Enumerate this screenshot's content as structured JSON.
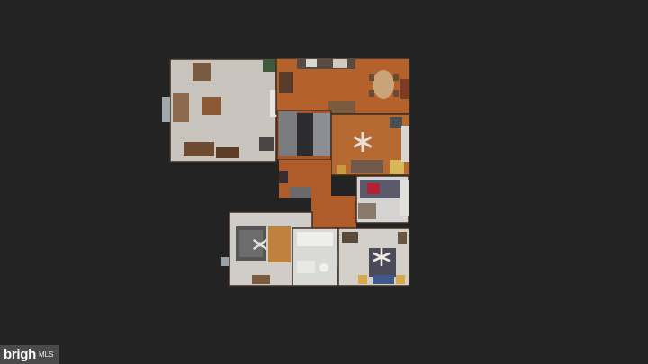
{
  "viewer": {
    "view_mode": "floor-plan",
    "background_color": "#232323"
  },
  "floorplan": {
    "rooms": [
      {
        "name": "living-room",
        "floor_color": "#c9c4bd"
      },
      {
        "name": "kitchen-dining",
        "floor_color": "#b5612b"
      },
      {
        "name": "hallway",
        "floor_color": "#a95526"
      },
      {
        "name": "family-room",
        "floor_color": "#b66a31"
      },
      {
        "name": "bedroom-small",
        "floor_color": "#d6d4d2"
      },
      {
        "name": "bathroom",
        "floor_color": "#d9dad6"
      },
      {
        "name": "bedroom-left",
        "floor_color": "#d0cdc8"
      },
      {
        "name": "bedroom-main",
        "floor_color": "#d3cfc9"
      }
    ]
  },
  "watermark": {
    "brand": "brigh",
    "suffix": "MLS"
  }
}
